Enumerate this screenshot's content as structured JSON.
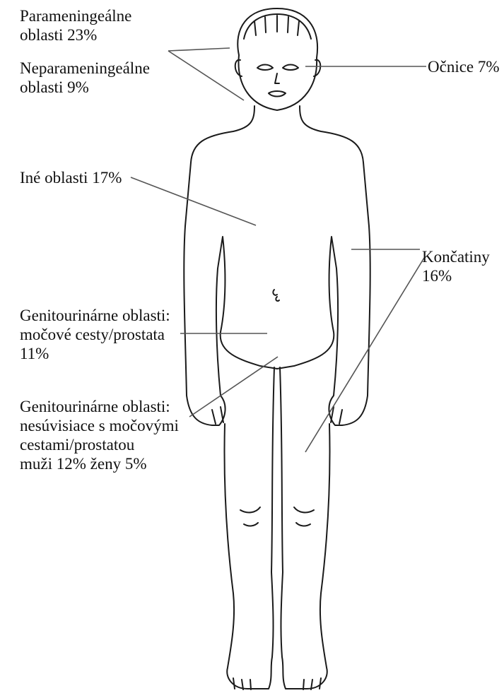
{
  "labels": {
    "parameningeal": [
      "Parameningeálne",
      "oblasti 23%"
    ],
    "nonparameningeal": [
      "Neparameningeálne",
      "oblasti 9%"
    ],
    "orbit": [
      "Očnice 7%"
    ],
    "other": [
      "Iné oblasti 17%"
    ],
    "extremities": [
      "Končatiny",
      "16%"
    ],
    "gu_bladder": [
      "Genitourinárne oblasti:",
      "močové cesty/prostata",
      "11%"
    ],
    "gu_non_bladder": [
      "Genitourinárne oblasti:",
      "nesúvisiace s močovými",
      "cestami/prostatou",
      "muži 12% ženy 5%"
    ]
  },
  "colors": {
    "outline": "#1a1a1a",
    "leader": "#555555",
    "text": "#111111"
  }
}
